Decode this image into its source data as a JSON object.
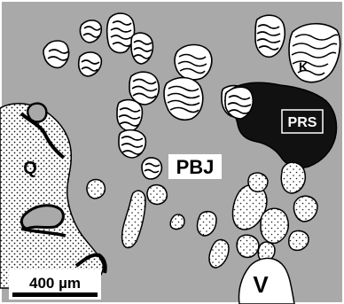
{
  "figure": {
    "labels": {
      "matrix": "PBJ",
      "prs": "PRS",
      "quartz": "Q",
      "k": "K",
      "void": "V"
    },
    "scale_bar": {
      "text": "400 µm"
    },
    "colors": {
      "matrix": "#a9a9a9",
      "prs": "#111111",
      "grain_fill": "#ffffff",
      "outline": "#000000",
      "dots": "#1a1a1a"
    }
  }
}
